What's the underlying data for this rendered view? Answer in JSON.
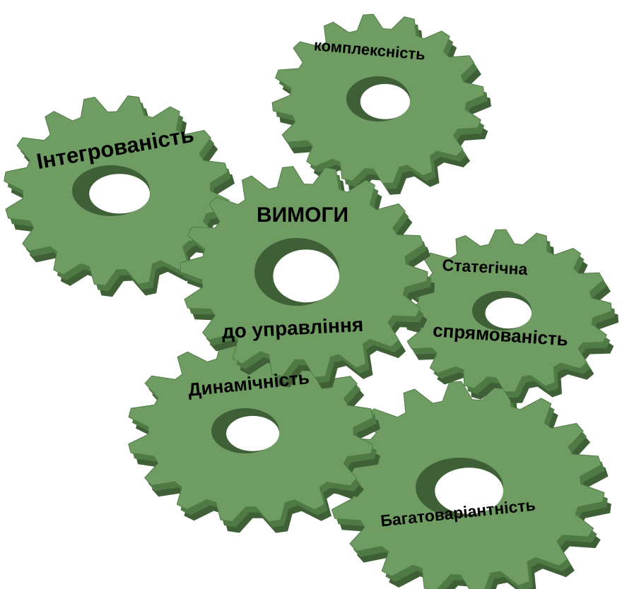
{
  "colors": {
    "gear_face": "#6e9c63",
    "gear_edge": "#4f7a45",
    "gear_shadow": "#3f5f37",
    "hole_fill": "#ffffff",
    "label_color": "#000000"
  },
  "diagram": {
    "center_gear": {
      "line1": "ВИМОГИ",
      "line2": "до управління"
    },
    "gears": {
      "integration": "Інтегрованість",
      "complexity": "комплексність",
      "strategic_line1": "Статегічна",
      "strategic_line2": "спрямованість",
      "dynamism": "Динамічність",
      "multivariance": "Багатоваріантність"
    }
  }
}
